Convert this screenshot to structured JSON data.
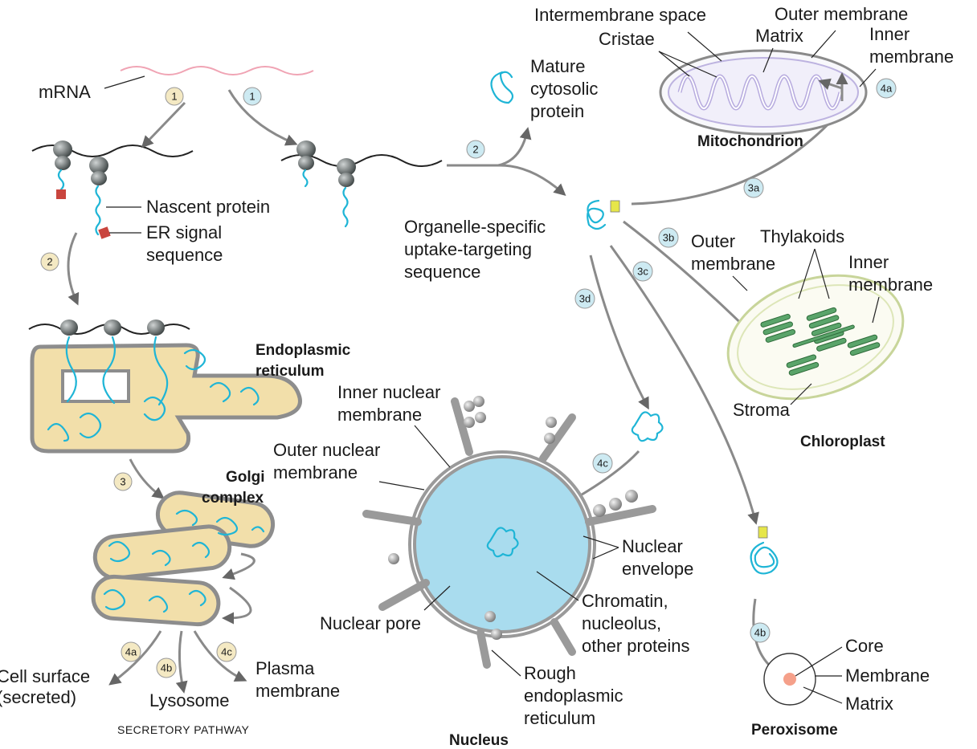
{
  "labels": {
    "mrna": "mRNA",
    "nascent_protein": "Nascent protein",
    "er_signal_1": "ER signal",
    "er_signal_2": "sequence",
    "mature_1": "Mature",
    "mature_2": "cytosolic",
    "mature_3": "protein",
    "uptake_1": "Organelle-specific",
    "uptake_2": "uptake-targeting",
    "uptake_3": "sequence",
    "intermembrane_space": "Intermembrane space",
    "outer_membrane_mito": "Outer membrane",
    "cristae": "Cristae",
    "matrix_mito": "Matrix",
    "inner_membrane_mito_1": "Inner",
    "inner_membrane_mito_2": "membrane",
    "mitochondrion": "Mitochondrion",
    "thylakoids": "Thylakoids",
    "outer_membrane_chl_1": "Outer",
    "outer_membrane_chl_2": "membrane",
    "inner_membrane_chl_1": "Inner",
    "inner_membrane_chl_2": "membrane",
    "stroma": "Stroma",
    "chloroplast": "Chloroplast",
    "er_1": "Endoplasmic",
    "er_2": "reticulum",
    "inner_nuclear_1": "Inner nuclear",
    "inner_nuclear_2": "membrane",
    "outer_nuclear_1": "Outer nuclear",
    "outer_nuclear_2": "membrane",
    "golgi_1": "Golgi",
    "golgi_2": "complex",
    "nuclear_envelope_1": "Nuclear",
    "nuclear_envelope_2": "envelope",
    "chromatin_1": "Chromatin,",
    "chromatin_2": "nucleolus,",
    "chromatin_3": "other proteins",
    "nuclear_pore": "Nuclear pore",
    "rough_er_1": "Rough",
    "rough_er_2": "endoplasmic",
    "rough_er_3": "reticulum",
    "nucleus": "Nucleus",
    "core": "Core",
    "membrane_perox": "Membrane",
    "matrix_perox": "Matrix",
    "peroxisome": "Peroxisome",
    "cell_surface_1": "Cell surface",
    "cell_surface_2": "(secreted)",
    "lysosome": "Lysosome",
    "plasma_1": "Plasma",
    "plasma_2": "membrane",
    "secretory_pathway": "SECRETORY PATHWAY"
  },
  "steps": {
    "s1_secretory": "1",
    "s1_cytosolic": "1",
    "s2_secretory": "2",
    "s2_cytosolic": "2",
    "s3_secretory": "3",
    "s3a": "3a",
    "s3b": "3b",
    "s3c": "3c",
    "s3d": "3d",
    "s4a_mito": "4a",
    "s4b_perox": "4b",
    "s4c_nucleus": "4c",
    "s4a_secretory": "4a",
    "s4b_secretory": "4b",
    "s4c_secretory": "4c"
  },
  "colors": {
    "secretory_step": "#f4e9c3",
    "cytosolic_step": "#cdeaf2",
    "protein_chain": "#1fb5d6",
    "er_golgi_fill": "#f2dfaa",
    "nucleus_fill": "#a9dcee",
    "er_signal": "#c9453e",
    "targeting_signal": "#e6e64a",
    "mrna_pink": "#f0a4b4"
  }
}
